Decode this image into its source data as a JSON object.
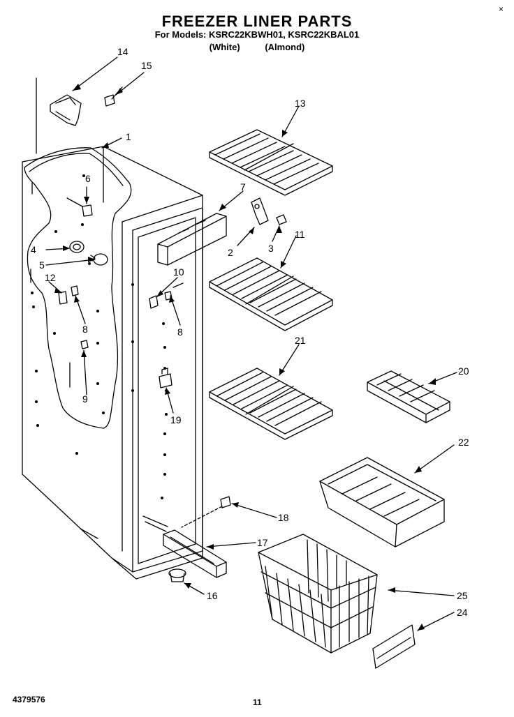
{
  "title": "FREEZER LINER PARTS",
  "models_line": "For Models: KSRC22KBWH01, KSRC22KBAL01",
  "variants": [
    "(White)",
    "(Almond)"
  ],
  "part_labels": {
    "p1": "1",
    "p2": "2",
    "p3": "3",
    "p4": "4",
    "p5": "5",
    "p6": "6",
    "p7": "7",
    "p8a": "8",
    "p8b": "8",
    "p9": "9",
    "p10": "10",
    "p11": "11",
    "p12": "12",
    "p13": "13",
    "p14": "14",
    "p15": "15",
    "p16": "16",
    "p17": "17",
    "p18": "18",
    "p19": "19",
    "p20": "20",
    "p21": "21",
    "p22": "22",
    "p24": "24",
    "p25": "25"
  },
  "footer": {
    "doc_number": "4379576",
    "page_number": "11"
  },
  "corner_mark": "×"
}
